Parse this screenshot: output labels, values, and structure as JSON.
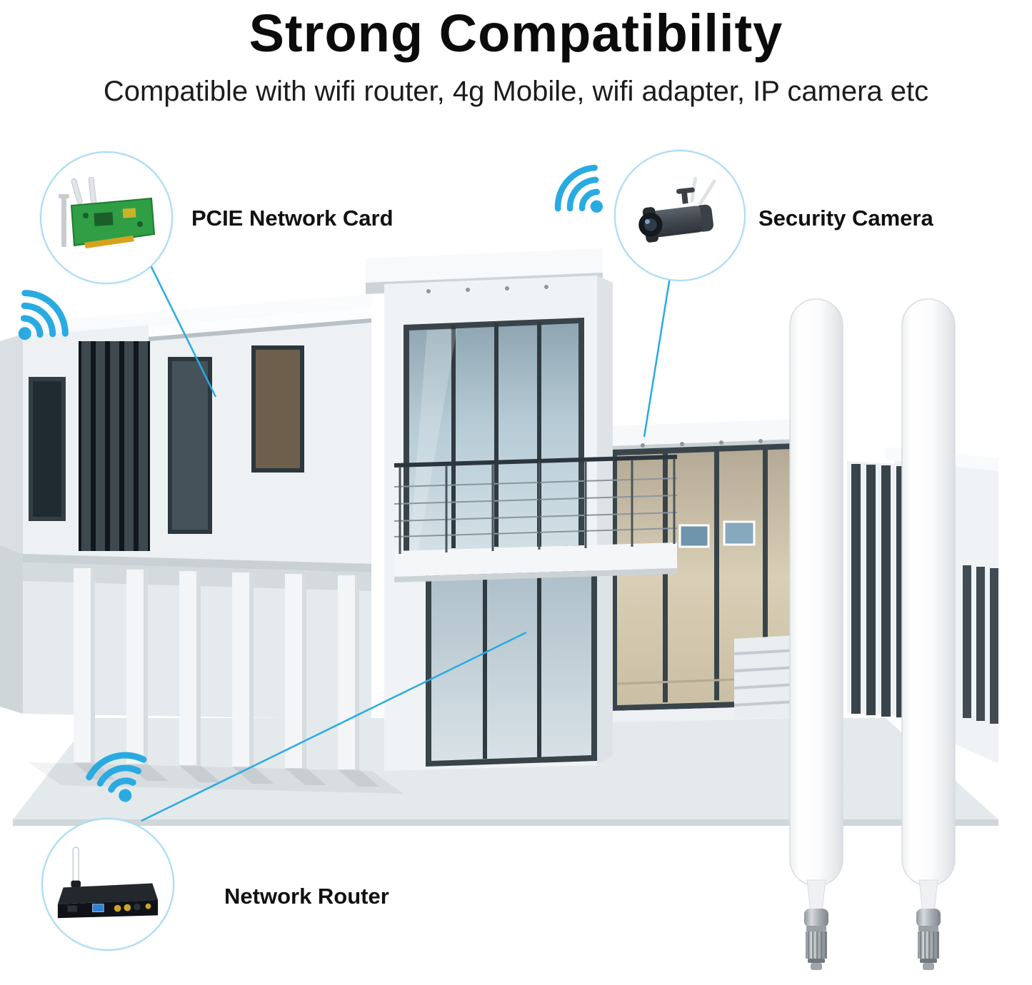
{
  "header": {
    "title": "Strong Compatibility",
    "subtitle": "Compatible with wifi router, 4g Mobile, wifi adapter, IP camera etc"
  },
  "callouts": {
    "pcie": {
      "label": "PCIE Network Card"
    },
    "camera": {
      "label": "Security Camera"
    },
    "router": {
      "label": "Network Router"
    }
  },
  "icons": {
    "wifi": "wifi-signal-icon",
    "pcie": "pcie-card-icon",
    "camera": "security-camera-icon",
    "router": "network-router-icon",
    "antenna": "sma-antenna"
  },
  "colors": {
    "accent_blue": "#29abe2",
    "callout_border": "#a9dcf4",
    "title_color": "#0b0b0b",
    "subtitle_color": "#1c1c1c",
    "antenna_color": "#ffffff"
  }
}
